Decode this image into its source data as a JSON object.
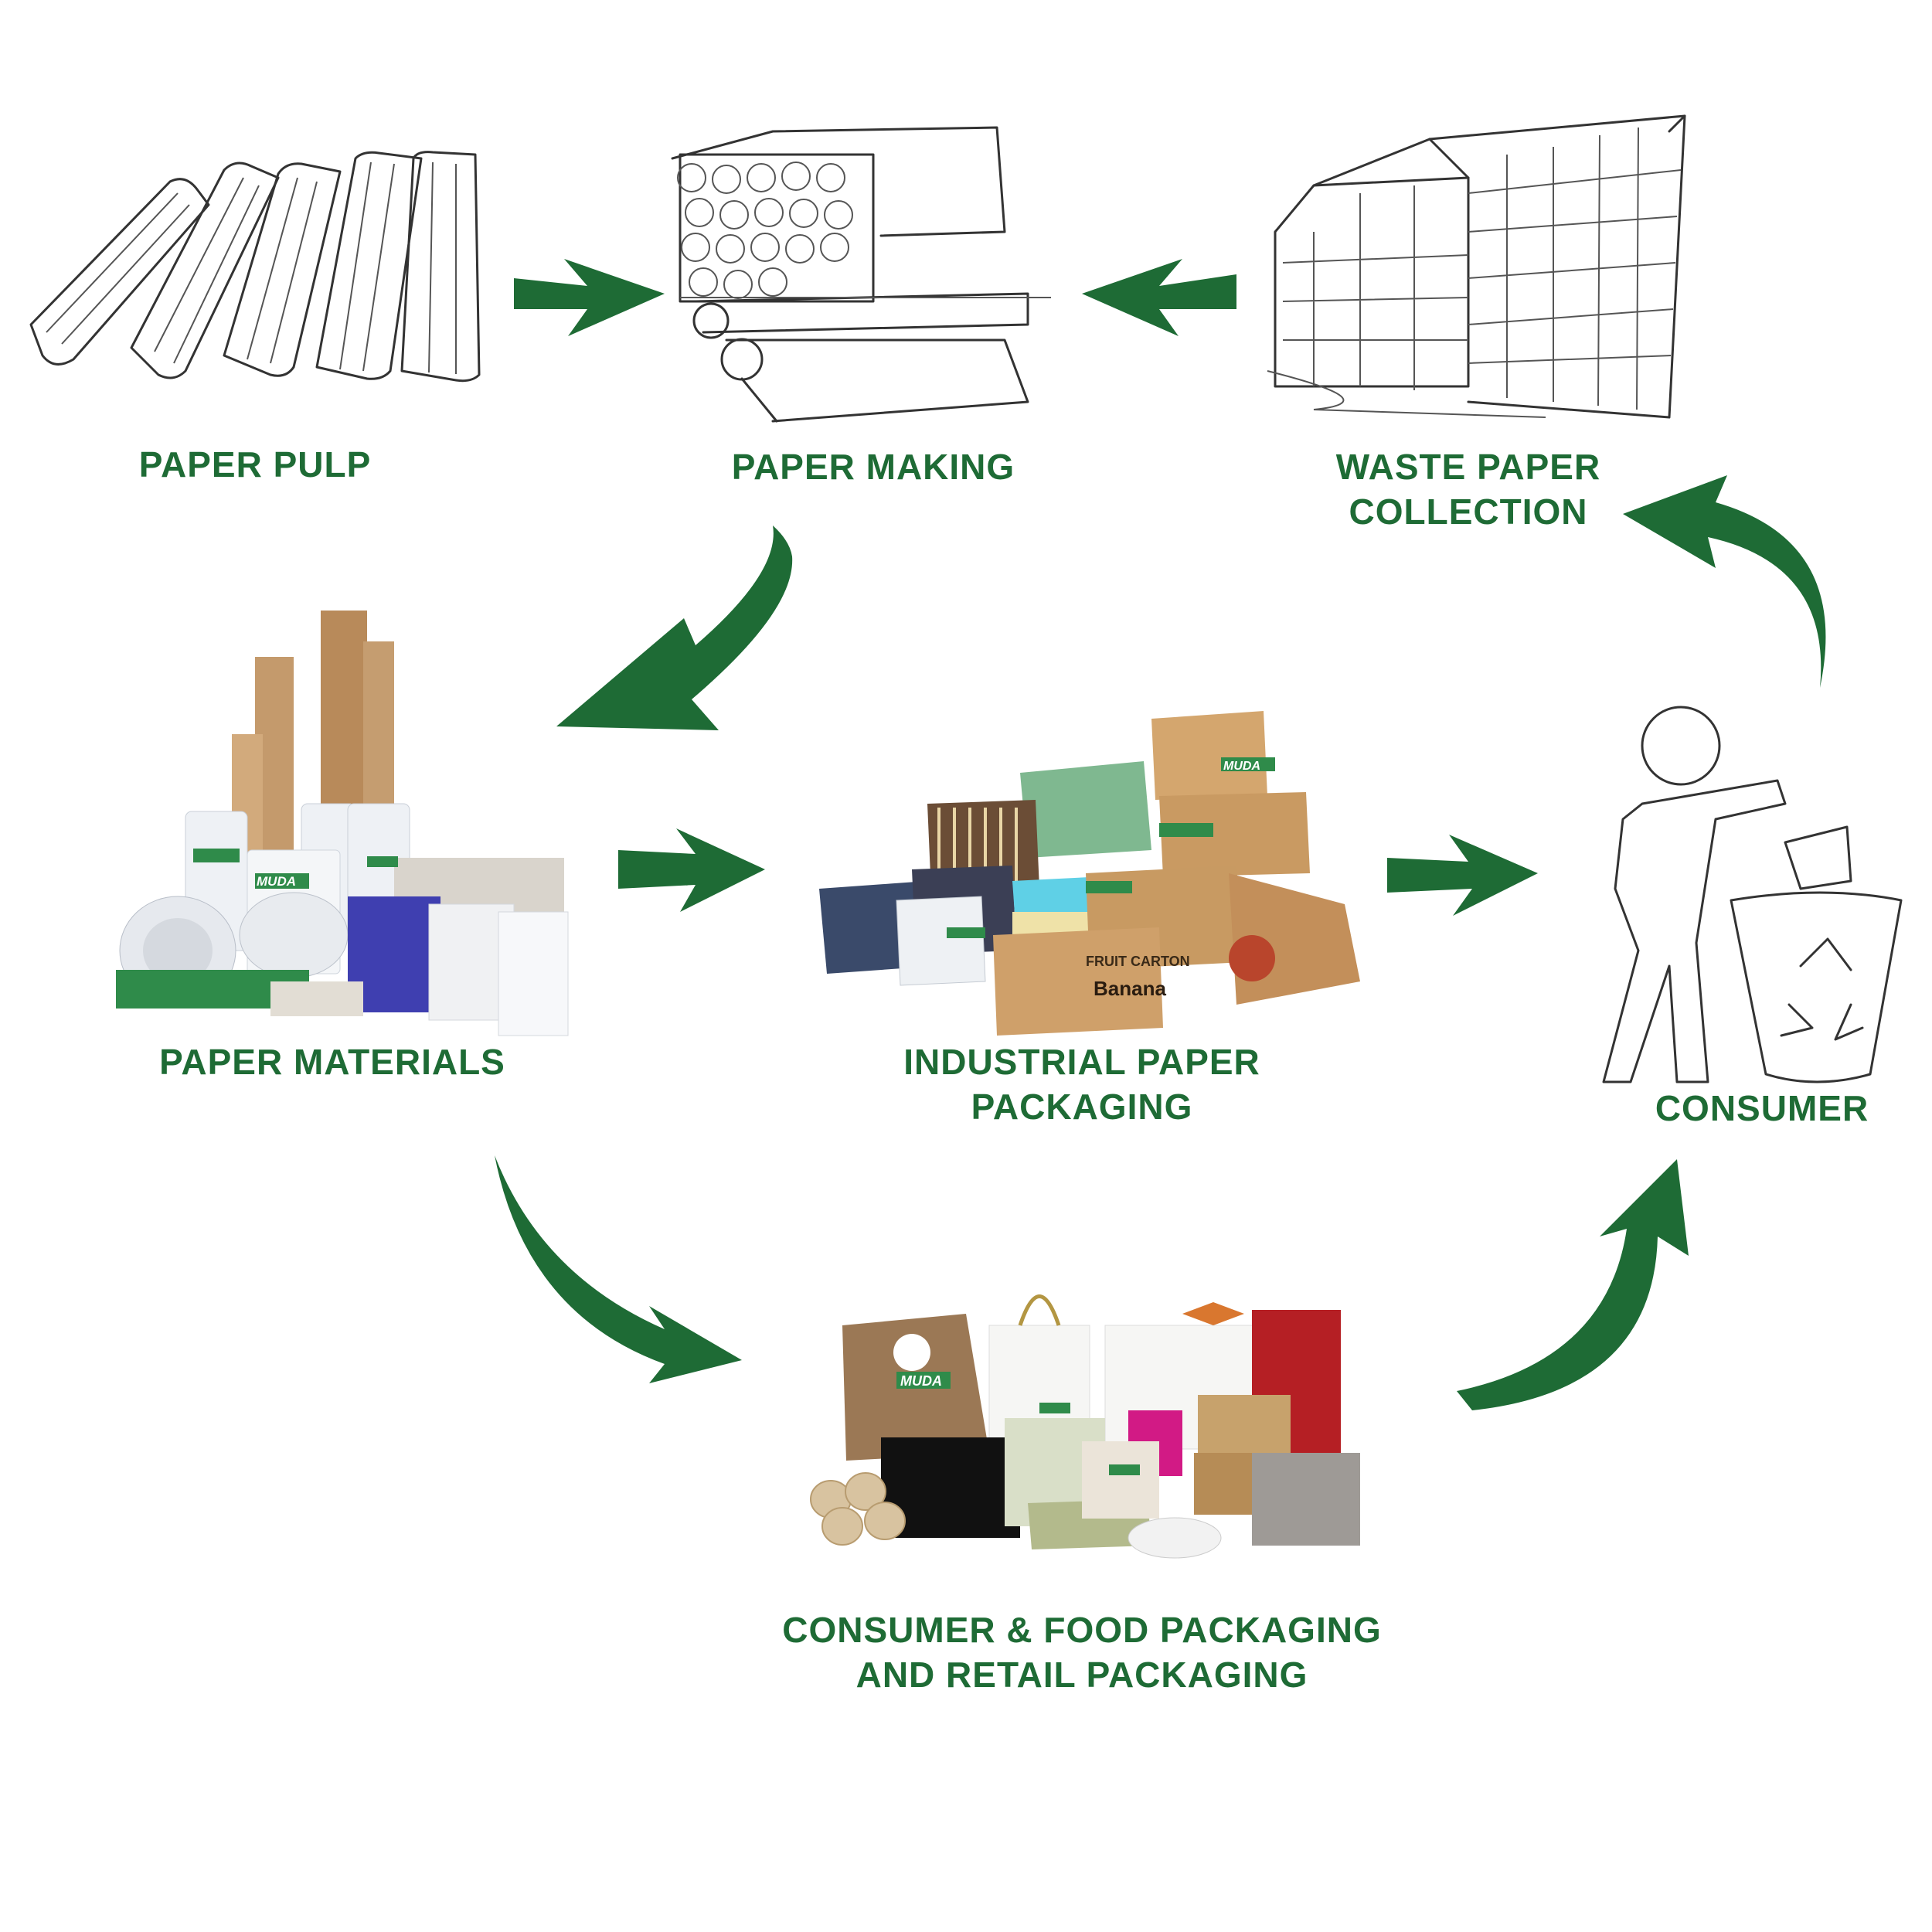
{
  "colors": {
    "accent": "#1e6b35",
    "kraft": "#c49a6c",
    "kraft_dark": "#a97c4e"
  },
  "nodes": {
    "paper_pulp": {
      "label_lines": [
        "PAPER PULP"
      ]
    },
    "paper_making": {
      "label_lines": [
        "PAPER MAKING"
      ]
    },
    "waste_paper": {
      "label_lines": [
        "WASTE PAPER",
        "COLLECTION"
      ]
    },
    "paper_materials": {
      "label_lines": [
        "PAPER MATERIALS"
      ]
    },
    "industrial": {
      "label_lines": [
        "INDUSTRIAL PAPER",
        "PACKAGING"
      ]
    },
    "consumer": {
      "label_lines": [
        "CONSUMER"
      ]
    },
    "consumer_food": {
      "label_lines": [
        "CONSUMER & FOOD PACKAGING",
        "AND RETAIL PACKAGING"
      ]
    }
  },
  "product_text": {
    "brand": "MUDA",
    "fruit_carton": "FRUIT CARTON",
    "banana": "Banana"
  },
  "edges": [
    {
      "from": "paper_pulp",
      "to": "paper_making"
    },
    {
      "from": "waste_paper",
      "to": "paper_making"
    },
    {
      "from": "paper_making",
      "to": "paper_materials"
    },
    {
      "from": "paper_materials",
      "to": "industrial"
    },
    {
      "from": "industrial",
      "to": "consumer"
    },
    {
      "from": "paper_materials",
      "to": "consumer_food"
    },
    {
      "from": "consumer_food",
      "to": "consumer"
    },
    {
      "from": "consumer",
      "to": "waste_paper"
    }
  ]
}
